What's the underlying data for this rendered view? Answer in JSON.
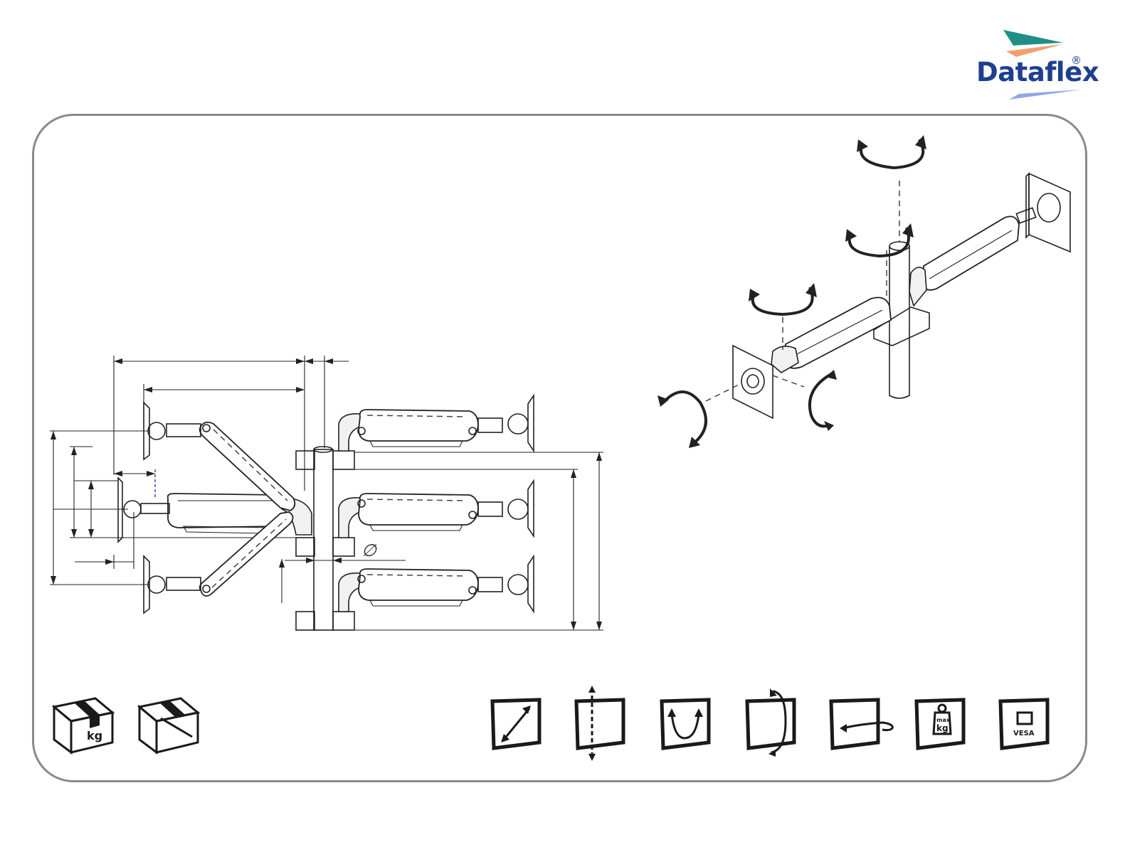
{
  "brand": {
    "name": "Dataflex",
    "registered_mark": "®",
    "colors": {
      "brand_blue": "#1f3f8f",
      "teal": "#1f8f86",
      "orange": "#f0a070",
      "light_blue": "#8fa8e0"
    }
  },
  "diagram": {
    "diameter_symbol": "∅",
    "dimension_values": []
  },
  "package_icons": [
    {
      "name": "box-weight-icon",
      "label": "kg"
    },
    {
      "name": "box-dimensions-icon",
      "label": ""
    }
  ],
  "feature_icons": [
    {
      "name": "screen-size-icon",
      "label": ""
    },
    {
      "name": "height-adjust-icon",
      "label": ""
    },
    {
      "name": "tilt-icon",
      "label": ""
    },
    {
      "name": "swivel-icon",
      "label": ""
    },
    {
      "name": "rotate-icon",
      "label": ""
    },
    {
      "name": "max-weight-icon",
      "label_top": "max",
      "label_bottom": "kg"
    },
    {
      "name": "vesa-icon",
      "label": "VESA"
    }
  ]
}
